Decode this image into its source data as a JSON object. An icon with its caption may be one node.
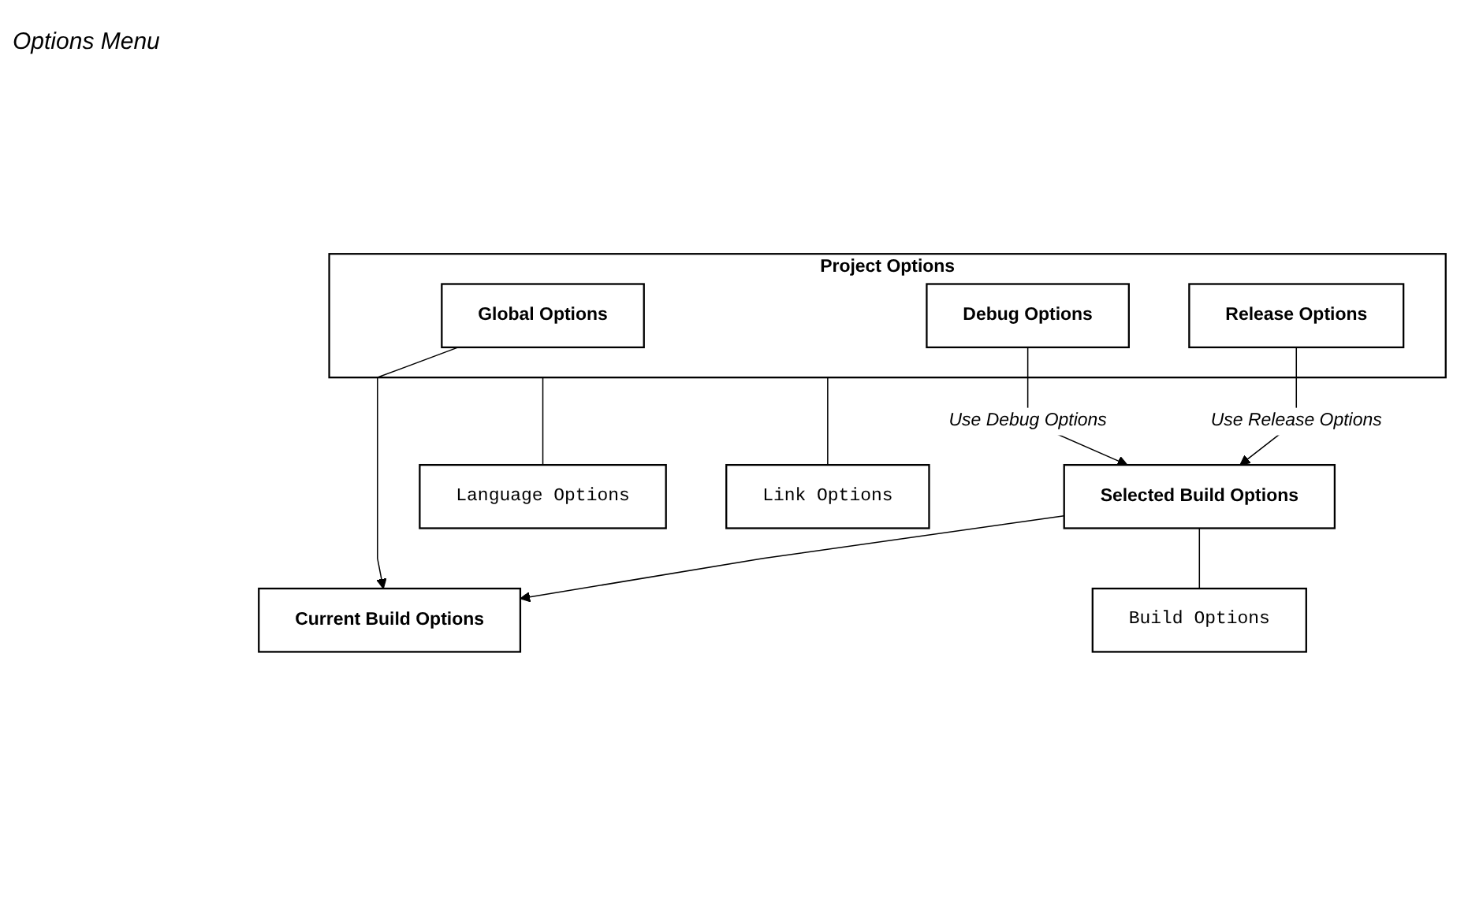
{
  "diagram": {
    "nodes": [
      {
        "text": [
          "Project Options"
        ]
      },
      {
        "text": [
          "Global Options"
        ],
        "in": 0
      },
      {
        "text": [
          "Debug Options"
        ],
        "in": 0
      },
      {
        "text": [
          "Release Options"
        ],
        "in": 0
      },
      {
        "text": [
          "Selected Build Options"
        ]
      },
      {
        "text": [
          "Current Build Options"
        ]
      },
      {
        "text": [
          "Language Options"
        ]
      },
      {
        "text": [
          "Link Options"
        ]
      },
      {
        "text": [
          "Build Options"
        ]
      }
    ],
    "edges": [
      {
        "from": 1,
        "to": 5,
        "arrow": "to"
      },
      {
        "from": 2,
        "to": 4,
        "arrow": "to",
        "label": "Use Debug Options"
      },
      {
        "from": 3,
        "to": 4,
        "arrow": "to",
        "label": "Use Release Options"
      },
      {
        "from": 4,
        "to": 5,
        "arrow": "to"
      },
      {
        "from": 0,
        "to": 6,
        "arrow": "none"
      },
      {
        "from": 0,
        "to": 7,
        "arrow": "none"
      },
      {
        "from": 4,
        "to": 8,
        "arrow": "none"
      }
    ],
    "labels": [
      "Options Menu"
    ]
  }
}
